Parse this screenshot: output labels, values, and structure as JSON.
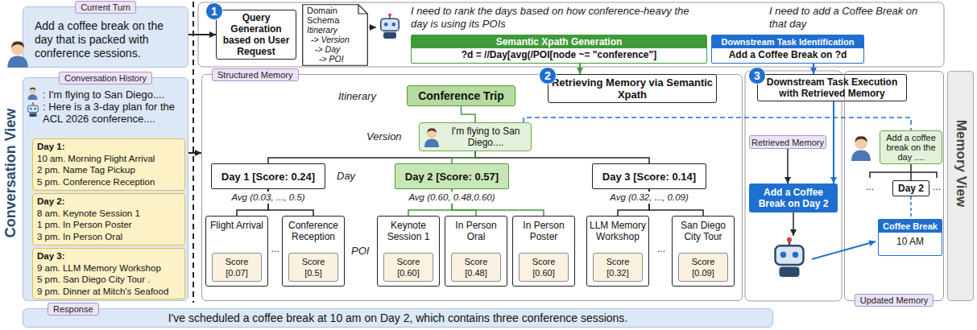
{
  "diagram": {
    "nodes": [
      {
        "text": [
          "Current Turn",
          "Add a coffee break on the day that is packed with conference sessions."
        ]
      },
      {
        "text": [
          "Conversation History",
          ": I'm flying to San Diego....",
          ": Here is a 3-day plan for the ACL 2026 conference...."
        ]
      },
      {
        "text": [
          "Day 1:",
          "10 am. Morning Flight Arrival",
          "2 pm. Name Tag Pickup",
          "5 pm. Conference Reception"
        ],
        "in": 1
      },
      {
        "text": [
          "Day 2:",
          "8 am. Keynote Session 1",
          "1 pm. In Person Poster",
          "3 pm. In Person Oral"
        ],
        "in": 1
      },
      {
        "text": [
          "Day 3:",
          "9 am. LLM Memory Workshop",
          "5 pm. San Diego City Tour .",
          "9 pm. Dinner at Mitch's Seafood"
        ],
        "in": 1
      },
      {
        "text": [
          "1"
        ]
      },
      {
        "text": [
          "Query Generation based on User Request"
        ]
      },
      {
        "text": [
          "Domain Schema",
          "Itinerary",
          "-> Version",
          "-> Day",
          "-> POI"
        ]
      },
      {
        "text": [
          "Semantic Xpath Generation",
          "?d = //Day[avg(/POI[node ~= \"conference\"]"
        ]
      },
      {
        "text": [
          "Downstream Task Identification",
          "Add a Coffee Break on ?d"
        ]
      },
      {
        "text": [
          "Structured Memory"
        ]
      },
      {
        "text": [
          "Conference Trip"
        ],
        "in": 10
      },
      {
        "text": [
          "I'm flying to San Diego...."
        ],
        "in": 10
      },
      {
        "text": [
          "Day 1 [Score: 0.24]"
        ],
        "in": 10
      },
      {
        "text": [
          "Day 2 [Score: 0.57]"
        ],
        "in": 10
      },
      {
        "text": [
          "Day 3 [Score: 0.14]"
        ],
        "in": 10
      },
      {
        "text": [
          "Flight Arrival"
        ],
        "in": 10
      },
      {
        "text": [
          "Score",
          "[0.07]"
        ],
        "in": 16
      },
      {
        "text": [
          "Conference Reception"
        ],
        "in": 10
      },
      {
        "text": [
          "Score",
          "[0.5]"
        ],
        "in": 18
      },
      {
        "text": [
          "Keynote Session 1"
        ],
        "in": 10
      },
      {
        "text": [
          "Score",
          "[0.60]"
        ],
        "in": 20
      },
      {
        "text": [
          "In Person Oral"
        ],
        "in": 10
      },
      {
        "text": [
          "Score",
          "[0.48]"
        ],
        "in": 22
      },
      {
        "text": [
          "In Person Poster"
        ],
        "in": 10
      },
      {
        "text": [
          "Score",
          "[0.60]"
        ],
        "in": 24
      },
      {
        "text": [
          "LLM Memory Workshop"
        ],
        "in": 10
      },
      {
        "text": [
          "Score",
          "[0.32]"
        ],
        "in": 26
      },
      {
        "text": [
          "San Diego City Tour"
        ],
        "in": 10
      },
      {
        "text": [
          "Score",
          "[0.09]"
        ],
        "in": 28
      },
      {
        "text": [
          "2"
        ]
      },
      {
        "text": [
          "Retrieving Memory via Semantic Xpath"
        ]
      },
      {
        "text": [
          "3"
        ]
      },
      {
        "text": [
          "Downstream Task Execution with Retrieved Memory"
        ]
      },
      {
        "text": [
          "Retrieved Memory"
        ]
      },
      {
        "text": [
          "Add a Coffee Break on Day 2"
        ]
      },
      {
        "text": [
          "Updated Memory"
        ]
      },
      {
        "text": [
          "Add a coffee break on the day ...."
        ],
        "in": 36
      },
      {
        "text": [
          "Day 2"
        ],
        "in": 36
      },
      {
        "text": [
          "Coffee Break",
          "10 AM"
        ],
        "in": 36
      },
      {
        "text": [
          "Memory View"
        ]
      },
      {
        "text": [
          "Response",
          "I've scheduled a coffee break at 10 am on Day 2, which contains three conference sessions."
        ]
      }
    ],
    "edges": [
      {
        "from": 0,
        "to": 6,
        "arrow": "to"
      },
      {
        "from": 1,
        "to": 10,
        "arrow": "to"
      },
      {
        "from": 8,
        "to": 31,
        "arrow": "to"
      },
      {
        "from": 9,
        "to": 33,
        "arrow": "to"
      },
      {
        "from": 11,
        "to": 12,
        "arrow": "none"
      },
      {
        "from": 12,
        "to": 13,
        "arrow": "none"
      },
      {
        "from": 12,
        "to": 14,
        "arrow": "none"
      },
      {
        "from": 12,
        "to": 15,
        "arrow": "none"
      },
      {
        "from": 13,
        "to": 16,
        "arrow": "none"
      },
      {
        "from": 13,
        "to": 18,
        "arrow": "none"
      },
      {
        "from": 14,
        "to": 20,
        "arrow": "none"
      },
      {
        "from": 14,
        "to": 22,
        "arrow": "none"
      },
      {
        "from": 14,
        "to": 24,
        "arrow": "none"
      },
      {
        "from": 15,
        "to": 26,
        "arrow": "none"
      },
      {
        "from": 15,
        "to": 28,
        "arrow": "none"
      },
      {
        "from": 34,
        "to": 35,
        "arrow": "to"
      },
      {
        "from": 33,
        "to": 35,
        "arrow": "to"
      },
      {
        "from": 12,
        "to": 37,
        "arrow": "none"
      },
      {
        "from": 37,
        "to": 38,
        "arrow": "none"
      },
      {
        "from": 38,
        "to": 39,
        "arrow": "none"
      }
    ],
    "labels": [
      "Conversation View",
      "I need to rank the days based on how conference-heavy the day is using its POIs",
      "I need to add a Coffee Break on that day",
      "Itinerary",
      "Version",
      "Day",
      "POI",
      "Avg (0.03, ..., 0.5)",
      "Avg (0.60, 0.48,0.60)",
      "Avg (0.32, ..., 0.09)",
      "...",
      "...",
      "...",
      "..."
    ]
  }
}
